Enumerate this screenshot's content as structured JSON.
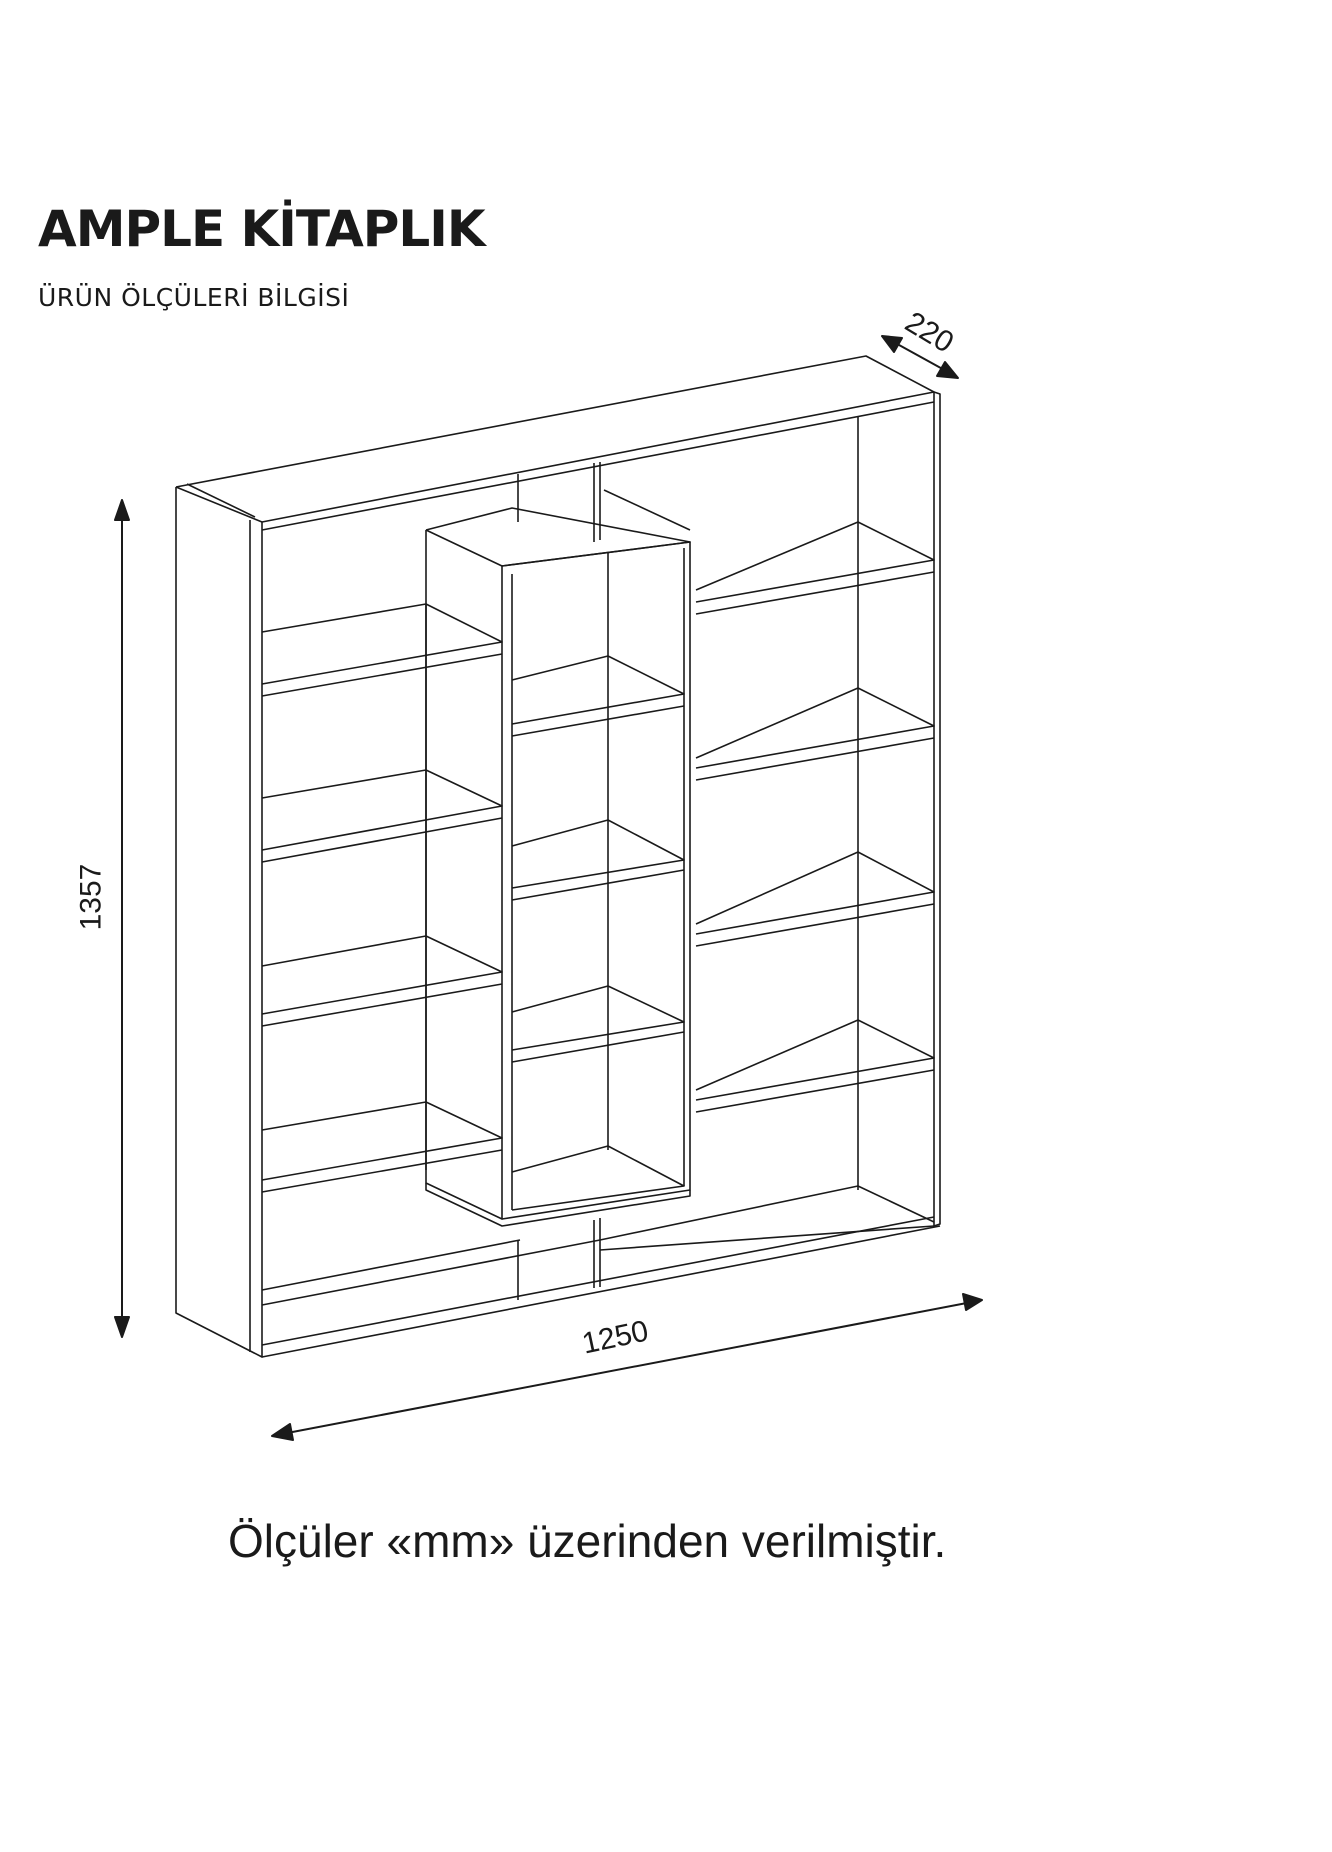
{
  "header": {
    "title": "AMPLE KİTAPLIK",
    "subtitle": "ÜRÜN ÖLÇÜLERİ BİLGİSİ"
  },
  "dimensions": {
    "unit": "mm",
    "height": "1357",
    "width": "1250",
    "depth": "220"
  },
  "footer": {
    "note": "Ölçüler «mm» üzerinden verilmiştir."
  },
  "colors": {
    "line": "#1a1a1a",
    "background": "#ffffff"
  }
}
